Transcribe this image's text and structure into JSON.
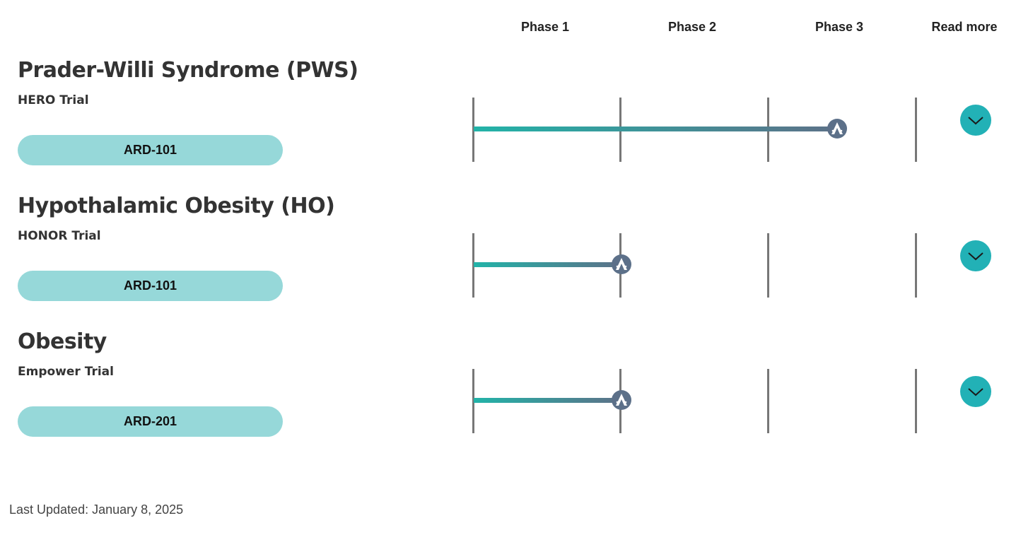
{
  "header": {
    "phases": [
      "Phase 1",
      "Phase 2",
      "Phase 3"
    ],
    "read_more_label": "Read more"
  },
  "programs": [
    {
      "indication": "Prader-Willi Syndrome (PWS)",
      "trial": "HERO Trial",
      "drug": "ARD-101",
      "marker_icon": "company-logo-icon",
      "expand_icon": "chevron-down-icon"
    },
    {
      "indication": "Hypothalamic Obesity (HO)",
      "trial": "HONOR Trial",
      "drug": "ARD-101",
      "marker_icon": "company-logo-icon",
      "expand_icon": "chevron-down-icon"
    },
    {
      "indication": "Obesity",
      "trial": "Empower Trial",
      "drug": "ARD-201",
      "marker_icon": "company-logo-icon",
      "expand_icon": "chevron-down-icon"
    }
  ],
  "footer": {
    "last_updated": "Last Updated: January 8, 2025"
  },
  "colors": {
    "bar_start": "#22b3a8",
    "bar_end": "#5d7188",
    "marker": "#5c7089",
    "drug_pill": "#96d8d9",
    "expand_button": "#22b1b6",
    "divider": "#777777"
  }
}
